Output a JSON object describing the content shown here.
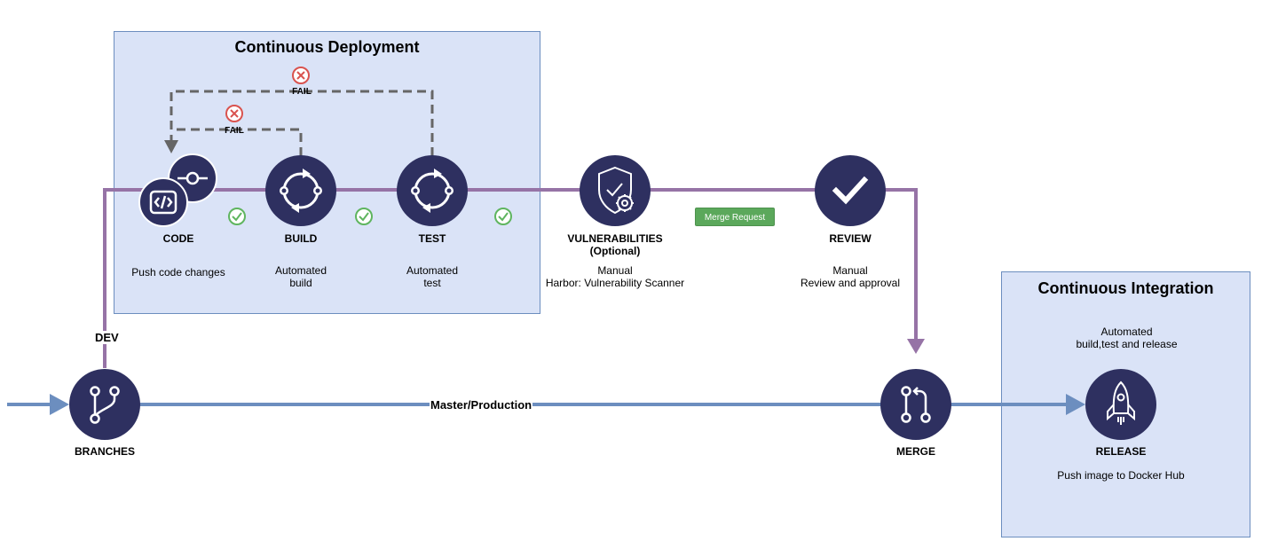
{
  "colors": {
    "node": "#2e3060",
    "dev_line": "#9673a6",
    "master_line": "#6c8ebf",
    "fail_line": "#666666",
    "fail_icon": "#d9534f",
    "ok_icon": "#5fb55f",
    "box_fill": "#dae3f7"
  },
  "boxes": {
    "cd_title": "Continuous Deployment",
    "ci_title": "Continuous Integration",
    "ci_desc": "Automated\nbuild,test and release"
  },
  "nodes": {
    "code": {
      "title": "CODE",
      "desc": "Push code changes",
      "icon": "code-commit-icon"
    },
    "build": {
      "title": "BUILD",
      "desc": "Automated\nbuild",
      "icon": "sync-icon"
    },
    "test": {
      "title": "TEST",
      "desc": "Automated\ntest",
      "icon": "sync-icon"
    },
    "vuln": {
      "title": "VULNERABILITIES\n(Optional)",
      "desc": "Manual\nHarbor: Vulnerability Scanner",
      "icon": "shield-gear-icon"
    },
    "review": {
      "title": "REVIEW",
      "desc": "Manual\nReview and approval",
      "icon": "checkmark-icon"
    },
    "branches": {
      "title": "BRANCHES",
      "icon": "branch-icon"
    },
    "merge": {
      "title": "MERGE",
      "icon": "merge-icon"
    },
    "release": {
      "title": "RELEASE",
      "desc": "Push image to Docker Hub",
      "icon": "rocket-icon"
    }
  },
  "labels": {
    "fail_outer": "FAIL",
    "fail_inner": "FAIL",
    "merge_request": "Merge Request",
    "dev": "DEV",
    "master": "Master/Production"
  }
}
